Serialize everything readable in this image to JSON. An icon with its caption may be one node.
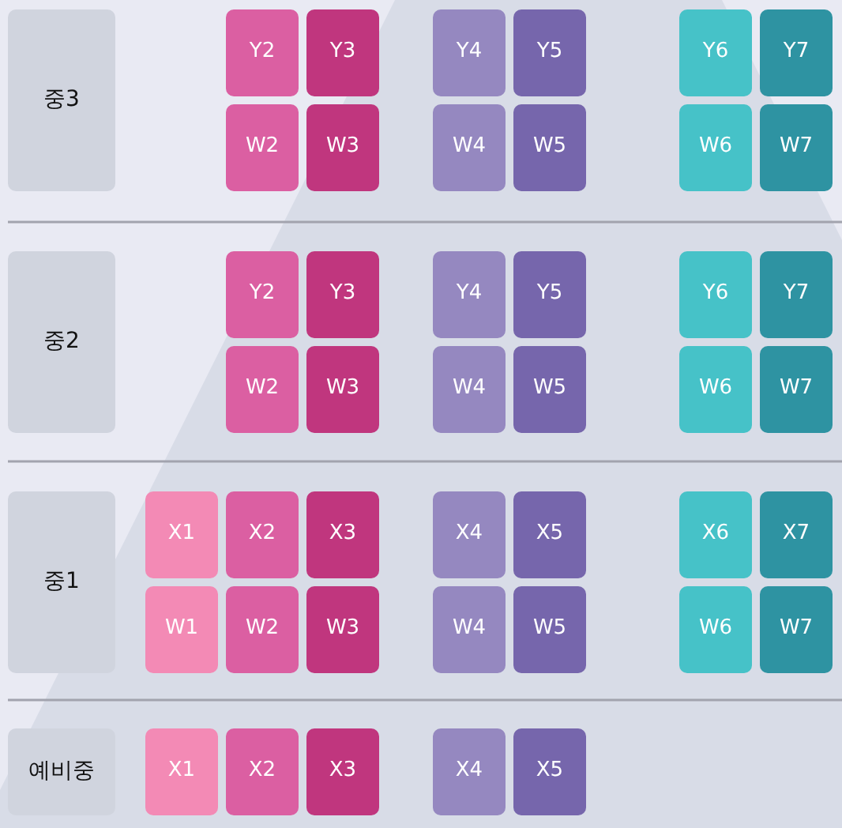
{
  "diagram": {
    "nodes": [
      {
        "text": [
          "중3"
        ]
      },
      {
        "text": [
          "Y2"
        ]
      },
      {
        "text": [
          "Y3"
        ]
      },
      {
        "text": [
          "Y4"
        ]
      },
      {
        "text": [
          "Y5"
        ]
      },
      {
        "text": [
          "Y6"
        ]
      },
      {
        "text": [
          "Y7"
        ]
      },
      {
        "text": [
          "W2"
        ]
      },
      {
        "text": [
          "W3"
        ]
      },
      {
        "text": [
          "W4"
        ]
      },
      {
        "text": [
          "W5"
        ]
      },
      {
        "text": [
          "W6"
        ]
      },
      {
        "text": [
          "W7"
        ]
      },
      {
        "text": [
          "중2"
        ]
      },
      {
        "text": [
          "Y2"
        ]
      },
      {
        "text": [
          "Y3"
        ]
      },
      {
        "text": [
          "Y4"
        ]
      },
      {
        "text": [
          "Y5"
        ]
      },
      {
        "text": [
          "Y6"
        ]
      },
      {
        "text": [
          "Y7"
        ]
      },
      {
        "text": [
          "W2"
        ]
      },
      {
        "text": [
          "W3"
        ]
      },
      {
        "text": [
          "W4"
        ]
      },
      {
        "text": [
          "W5"
        ]
      },
      {
        "text": [
          "W6"
        ]
      },
      {
        "text": [
          "W7"
        ]
      },
      {
        "text": [
          "중1"
        ]
      },
      {
        "text": [
          "X1"
        ]
      },
      {
        "text": [
          "X2"
        ]
      },
      {
        "text": [
          "X3"
        ]
      },
      {
        "text": [
          "X4"
        ]
      },
      {
        "text": [
          "X5"
        ]
      },
      {
        "text": [
          "X6"
        ]
      },
      {
        "text": [
          "X7"
        ]
      },
      {
        "text": [
          "W1"
        ]
      },
      {
        "text": [
          "W2"
        ]
      },
      {
        "text": [
          "W3"
        ]
      },
      {
        "text": [
          "W4"
        ]
      },
      {
        "text": [
          "W5"
        ]
      },
      {
        "text": [
          "W6"
        ]
      },
      {
        "text": [
          "W7"
        ]
      },
      {
        "text": [
          "예비중"
        ]
      },
      {
        "text": [
          "X1"
        ]
      },
      {
        "text": [
          "X2"
        ]
      },
      {
        "text": [
          "X3"
        ]
      },
      {
        "text": [
          "X4"
        ]
      },
      {
        "text": [
          "X5"
        ]
      }
    ]
  }
}
